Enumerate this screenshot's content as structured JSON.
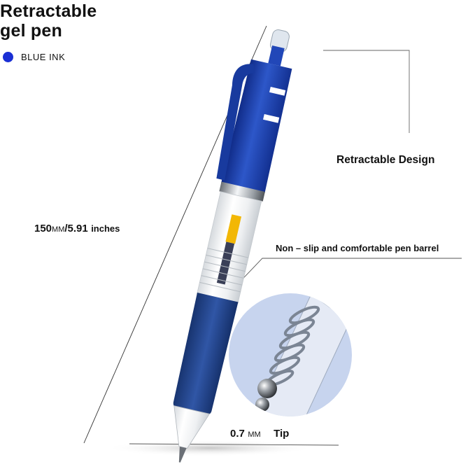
{
  "heading": {
    "line1": "Retractable",
    "line2": "gel pen"
  },
  "ink": {
    "label": "BLUE  INK",
    "color": "#1a2fd4",
    "icon": "blue-dot-icon"
  },
  "callouts": {
    "retractable_design": "Retractable  Design",
    "barrel": "Non – slip and comfortable pen barrel",
    "tip_value": "0.7",
    "tip_unit": "MM",
    "tip_label": "Tip"
  },
  "dimension": {
    "length_mm": "150",
    "mm_unit": "MM",
    "separator": "/",
    "length_in": "5.91",
    "in_unit": "inches"
  },
  "colors": {
    "pen_blue": "#1b3fa8",
    "grip_blue": "#22468f",
    "refill_yellow": "#f2b705",
    "lens_bg": "#c7d4ee"
  }
}
